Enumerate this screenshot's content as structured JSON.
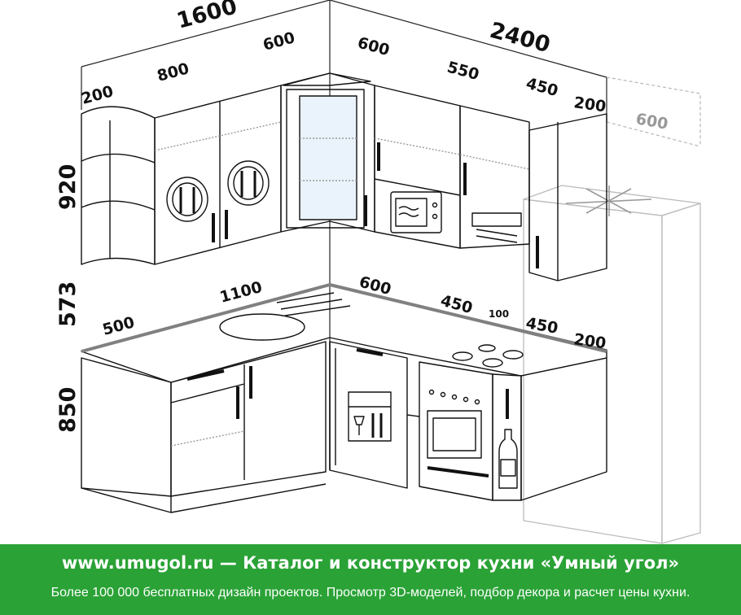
{
  "dimensions": {
    "top_left_width": "1600",
    "top_right_width": "2400",
    "upper_left_shelf": "200",
    "upper_left_cabinet": "800",
    "upper_corner_left": "600",
    "upper_corner_right": "600",
    "upper_mid": "550",
    "upper_hood": "450",
    "upper_right_end": "200",
    "fridge_depth": "600",
    "upper_height": "920",
    "backsplash_height": "573",
    "base_height": "850",
    "counter_left_end": "500",
    "counter_left_run": "1100",
    "counter_corner": "600",
    "counter_mid": "450",
    "counter_gap": "100",
    "counter_hob": "450",
    "counter_right_end": "200"
  },
  "banner": {
    "title": "www.umugol.ru  —  Каталог и конструктор кухни «Умный угол»",
    "subtitle": "Более 100 000 бесплатных дизайн проектов. Просмотр 3D-моделей, подбор декора и расчет цены кухни."
  },
  "colors": {
    "banner_bg": "#2aa236",
    "outline": "#111111",
    "ghost": "#bbbbbb",
    "counter_edge": "#808080"
  }
}
